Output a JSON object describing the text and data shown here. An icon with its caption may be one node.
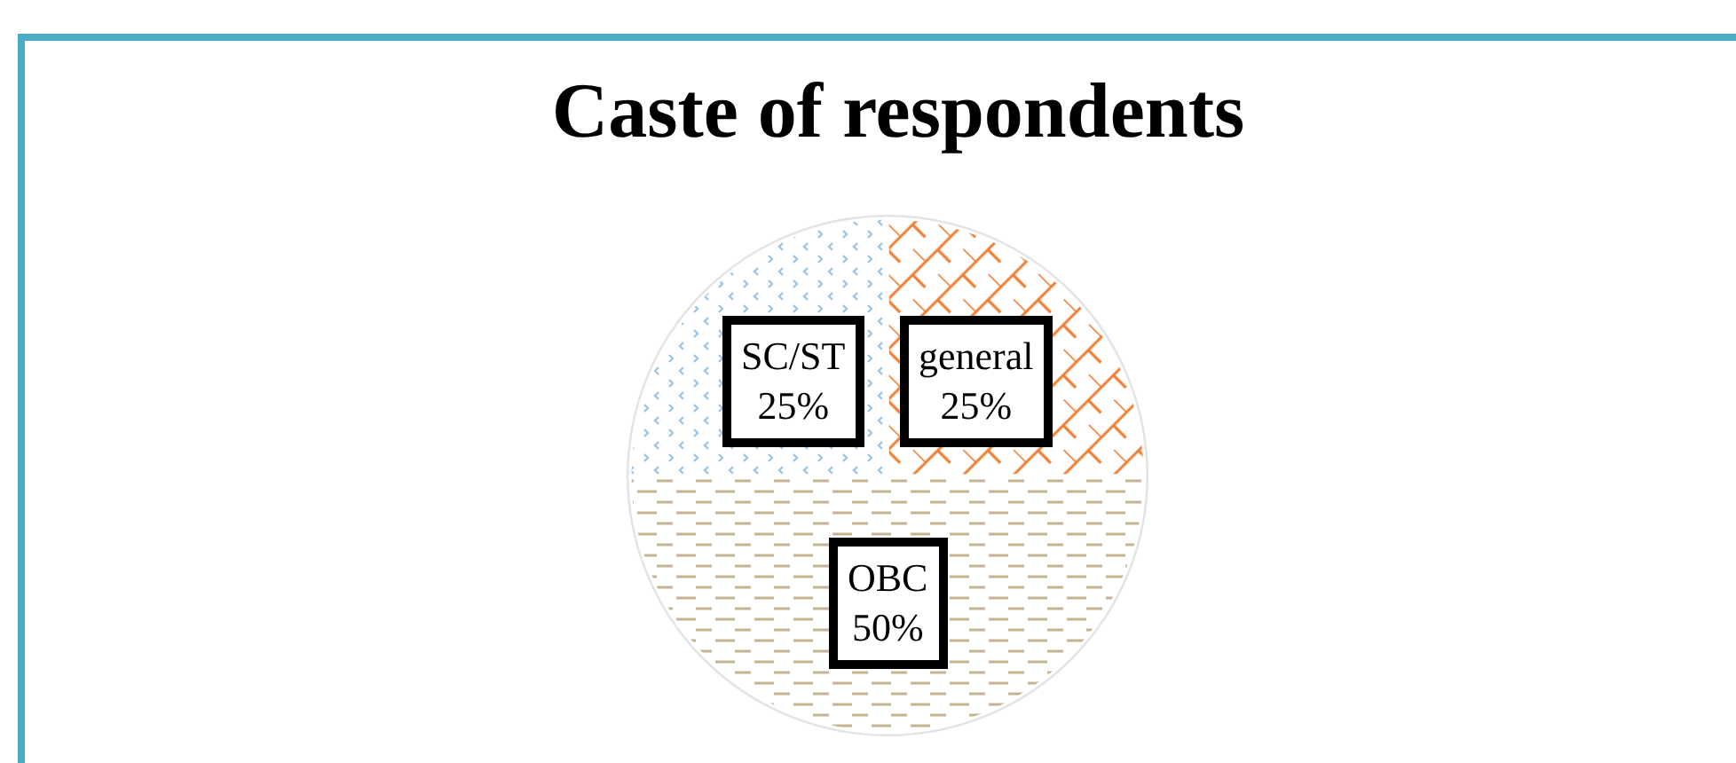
{
  "diagram": {
    "chart_data": {
      "type": "pie",
      "title": "Caste of respondents",
      "categories": [
        "general",
        "OBC",
        "SC/ST"
      ],
      "series": [
        {
          "values": [
            25,
            50,
            25
          ]
        }
      ],
      "value_labels": [
        "25%",
        "50%",
        "25%"
      ]
    }
  }
}
